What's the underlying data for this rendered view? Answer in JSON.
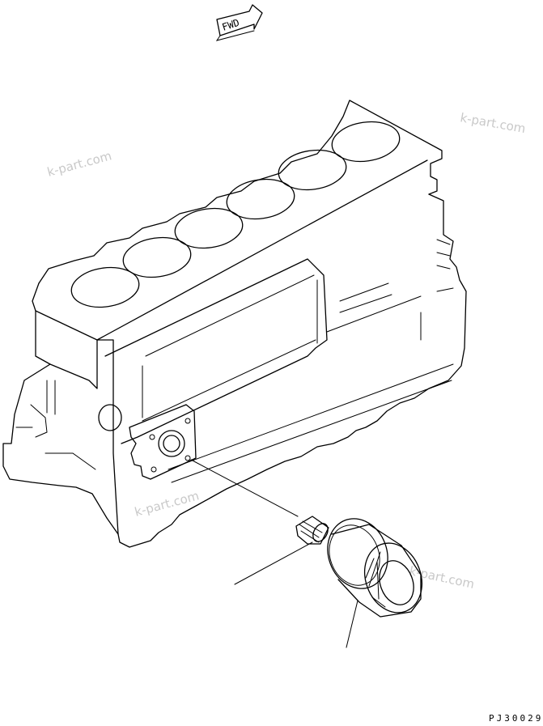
{
  "direction_arrow": {
    "label": "FWD"
  },
  "watermarks": [
    "k-part.com",
    "k-part.com",
    "k-part.com",
    "k-part.com"
  ],
  "drawing_code": "PJ30029"
}
